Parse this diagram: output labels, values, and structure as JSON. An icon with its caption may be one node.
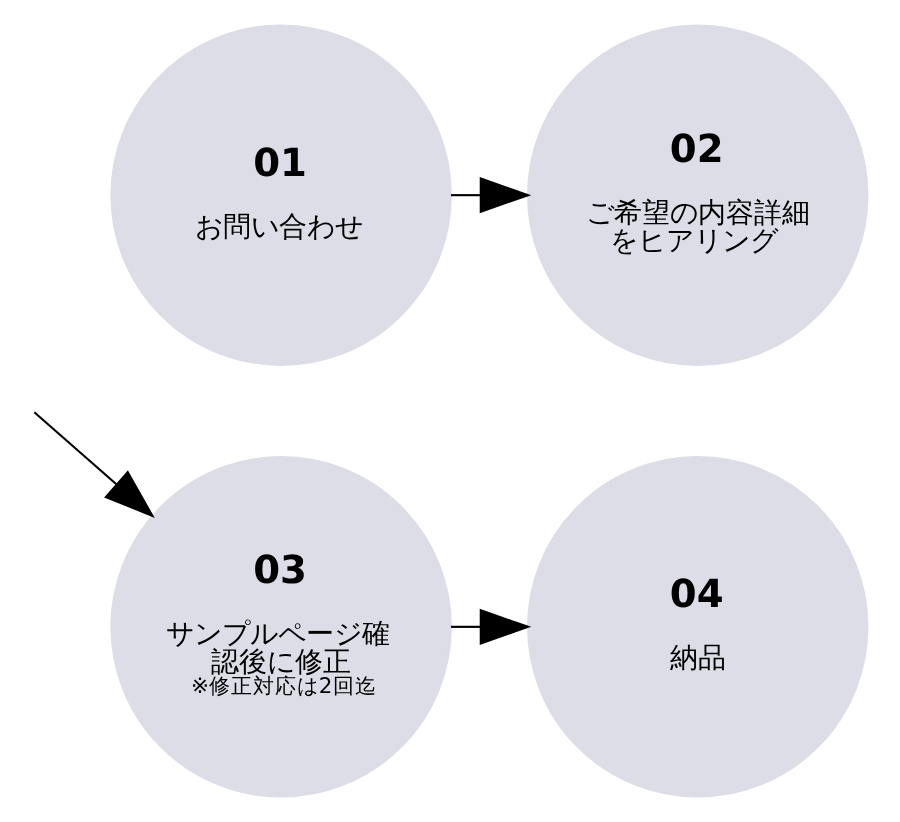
{
  "diagram": {
    "nodes": [
      {
        "text": [
          "01",
          "お問い合わせ"
        ]
      },
      {
        "text": [
          "02",
          "ご希望の内容詳細をヒアリング"
        ]
      },
      {
        "text": [
          "03",
          "サンプルページ確認後に修正",
          "※修正対応は2回迄"
        ]
      },
      {
        "text": [
          "04",
          "納品"
        ]
      }
    ],
    "edges": [
      {
        "from": 0,
        "to": 1,
        "arrow": "to"
      },
      {
        "from": null,
        "to": 2,
        "arrow": "to"
      },
      {
        "from": 2,
        "to": 3,
        "arrow": "to"
      }
    ]
  }
}
